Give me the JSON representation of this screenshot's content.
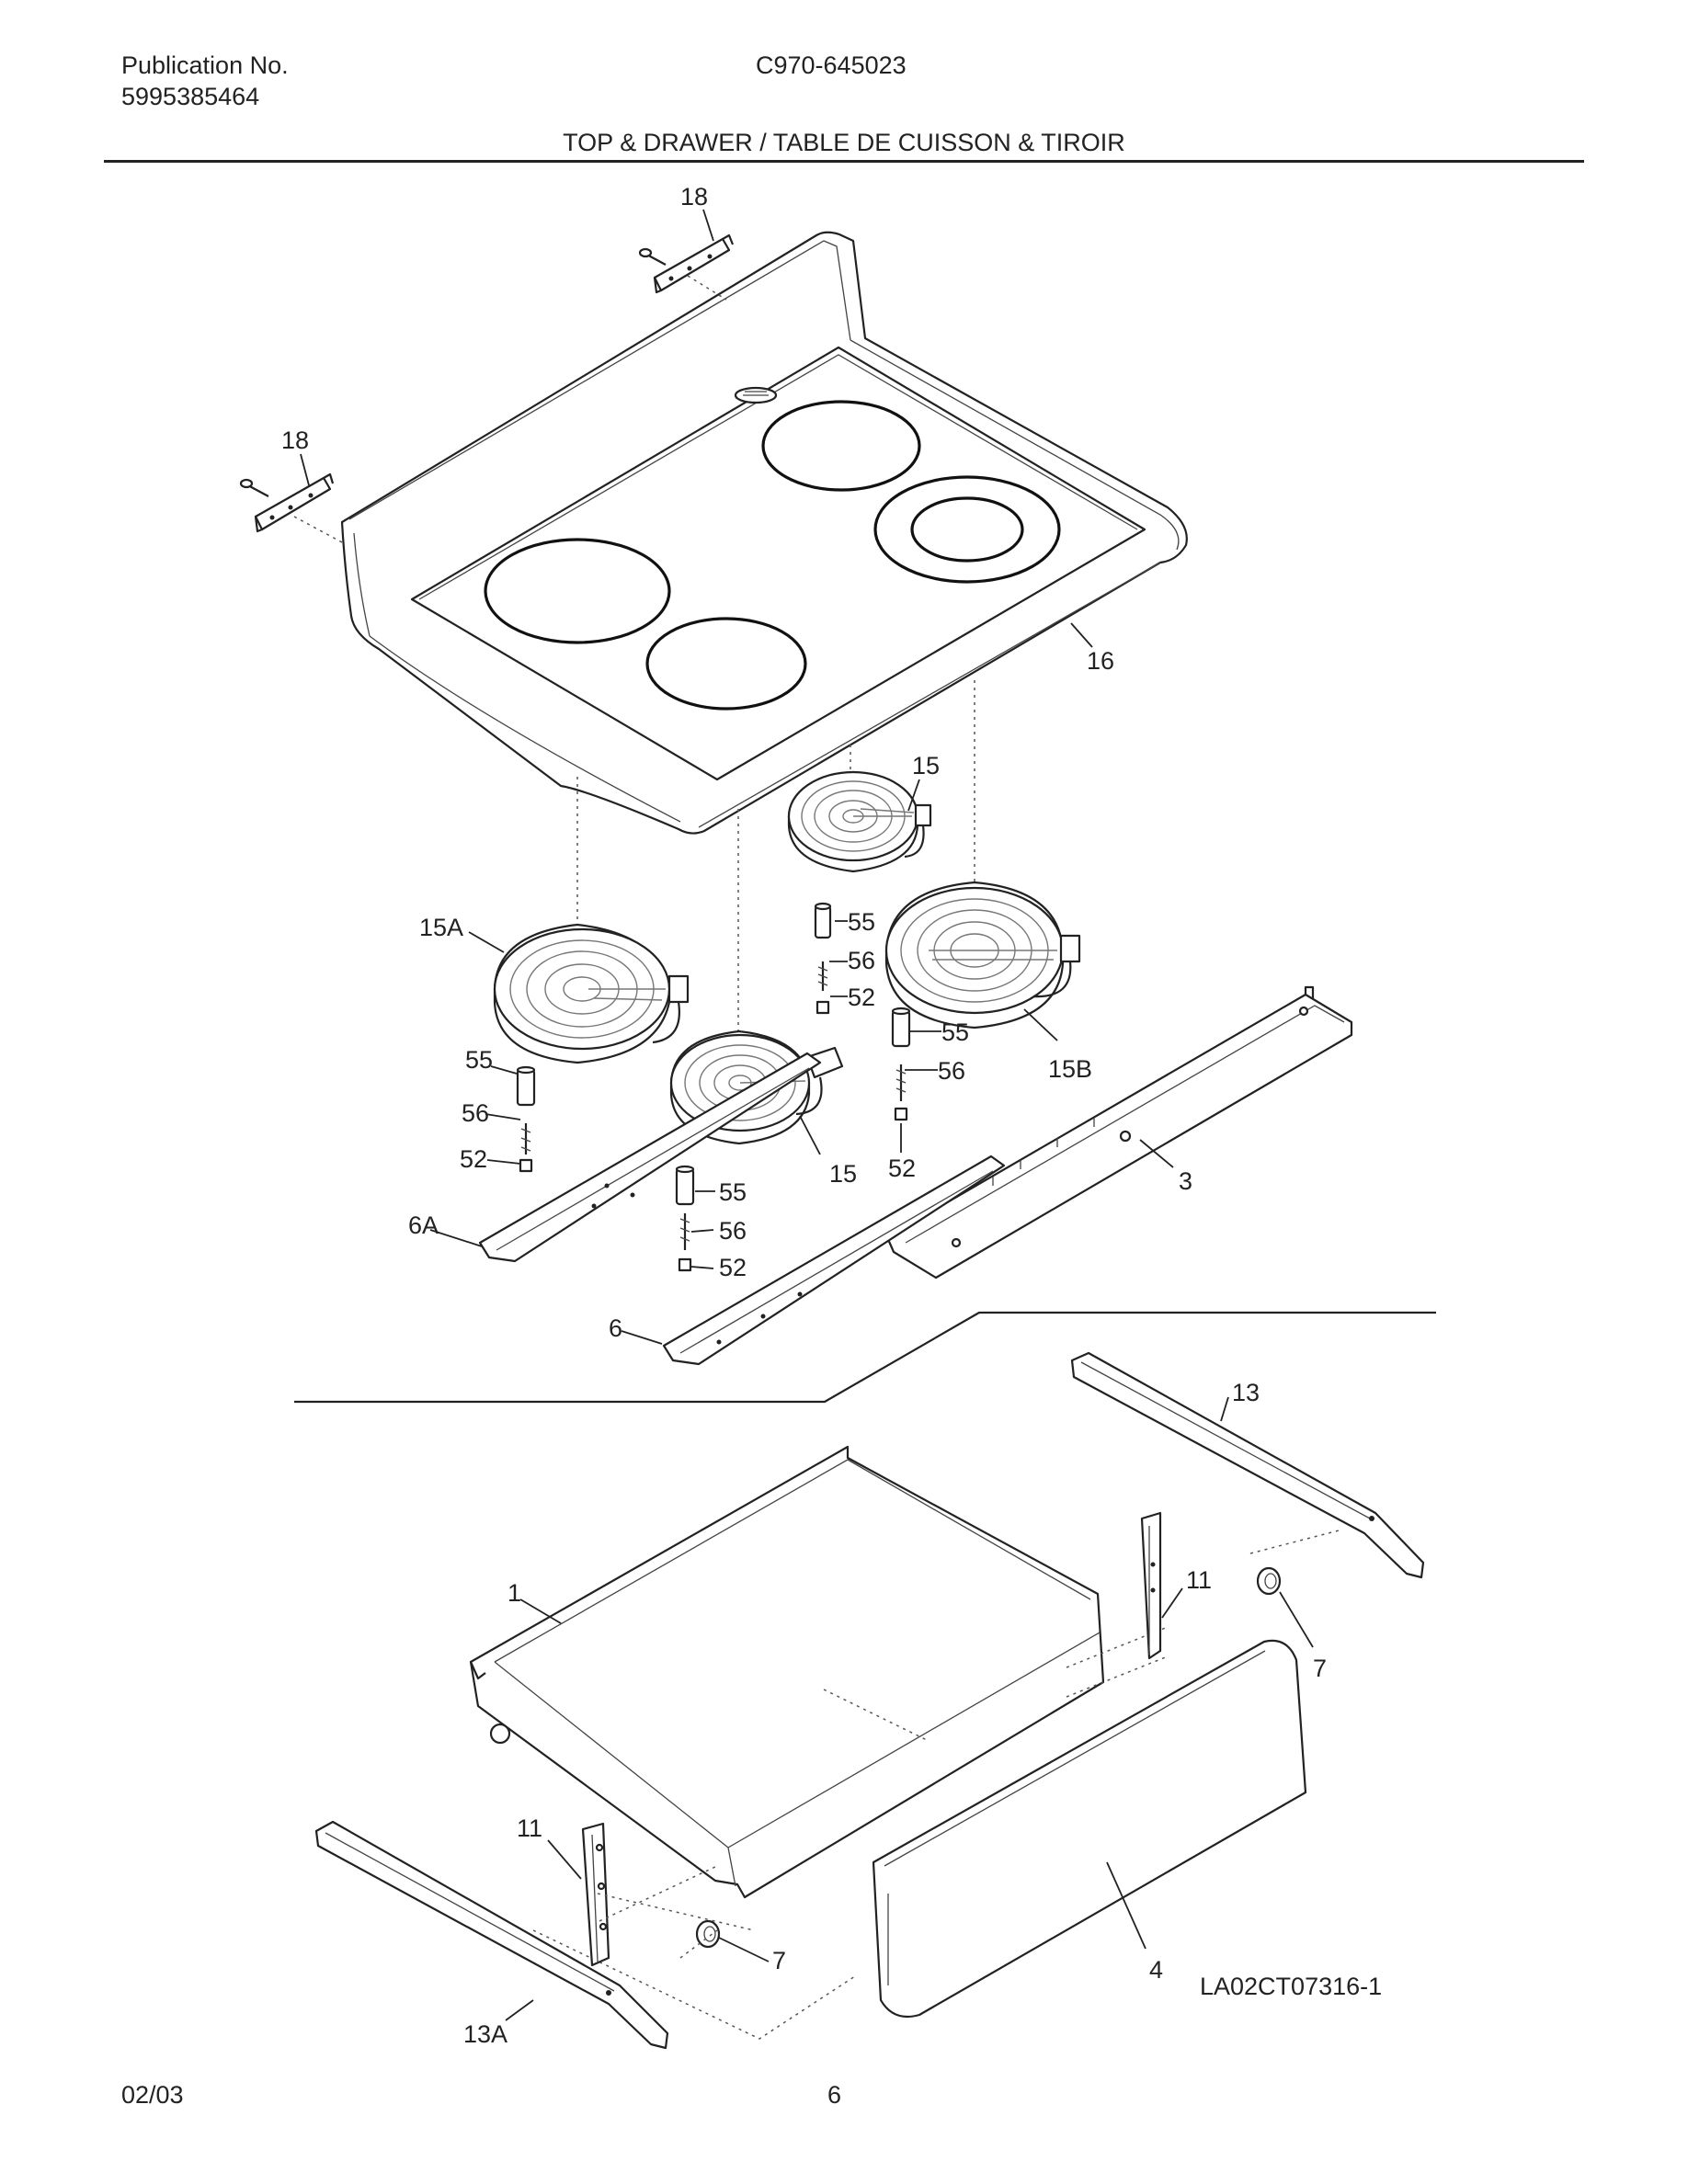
{
  "header": {
    "publication_label": "Publication No.",
    "publication_number": "5995385464",
    "model_number": "C970-645023",
    "section_title": "TOP & DRAWER / TABLE DE CUISSON & TIROIR"
  },
  "callouts": {
    "c18_top": "18",
    "c18_left": "18",
    "c16": "16",
    "c15_upper": "15",
    "c15a": "15A",
    "c55_center": "55",
    "c56_center": "56",
    "c52_center": "52",
    "c55_right": "55",
    "c56_right": "56",
    "c52_right": "52",
    "c15b": "15B",
    "c55_left": "55",
    "c56_left": "56",
    "c52_left": "52",
    "c15_lower": "15",
    "c55_front": "55",
    "c56_front": "56",
    "c52_front": "52",
    "c3": "3",
    "c6a": "6A",
    "c6": "6",
    "c13": "13",
    "c1": "1",
    "c11_right": "11",
    "c7_right": "7",
    "c11_left": "11",
    "c7_left": "7",
    "c4": "4",
    "c13a": "13A"
  },
  "footer": {
    "date": "02/03",
    "page": "6",
    "diagram_code": "LA02CT07316-1"
  }
}
